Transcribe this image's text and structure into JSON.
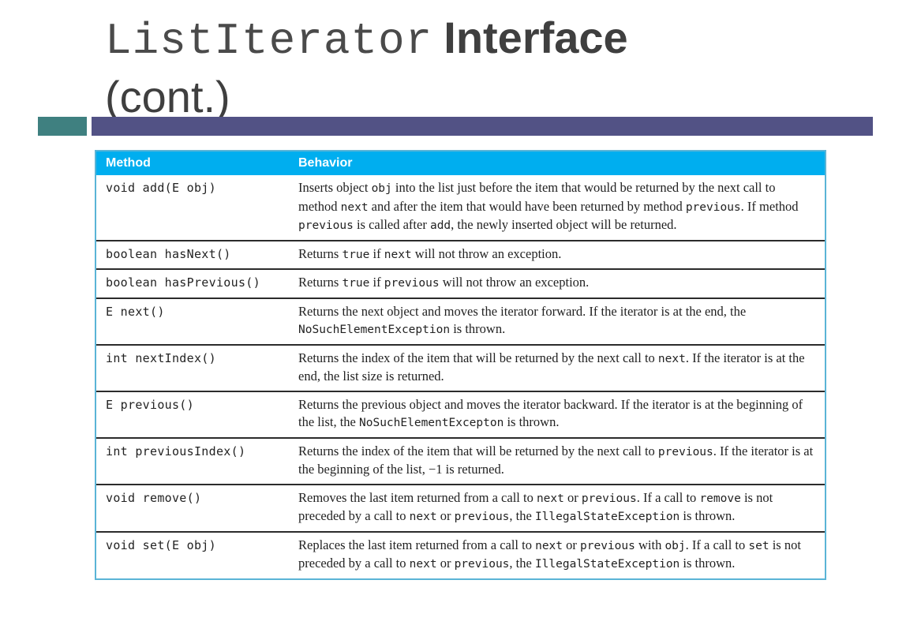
{
  "slide": {
    "title_mono": "ListIterator",
    "title_bold": "Interface",
    "title_cont": "(cont.)",
    "accent_colors": {
      "left_bar": "#3f8080",
      "right_bar": "#525285",
      "header": "#00aeef"
    }
  },
  "table": {
    "headers": {
      "method": "Method",
      "behavior": "Behavior"
    },
    "rows": [
      {
        "method": "void add(E obj)",
        "behavior": [
          {
            "t": "Inserts object "
          },
          {
            "c": "obj"
          },
          {
            "t": " into the list just before the item that would be returned by the next call to method "
          },
          {
            "c": "next"
          },
          {
            "t": " and after the item that would have been returned by method "
          },
          {
            "c": "previous"
          },
          {
            "t": ". If method "
          },
          {
            "c": "previous"
          },
          {
            "t": " is called after "
          },
          {
            "c": "add"
          },
          {
            "t": ", the newly inserted object will be returned."
          }
        ]
      },
      {
        "method": "boolean hasNext()",
        "behavior": [
          {
            "t": "Returns "
          },
          {
            "c": "true"
          },
          {
            "t": " if "
          },
          {
            "c": "next"
          },
          {
            "t": " will not throw an exception."
          }
        ]
      },
      {
        "method": "boolean hasPrevious()",
        "behavior": [
          {
            "t": "Returns "
          },
          {
            "c": "true"
          },
          {
            "t": " if "
          },
          {
            "c": "previous"
          },
          {
            "t": " will not throw an exception."
          }
        ]
      },
      {
        "method": "E next()",
        "behavior": [
          {
            "t": "Returns the next object and moves the iterator forward. If the iterator is at the end, the "
          },
          {
            "c": "NoSuchElementException"
          },
          {
            "t": " is thrown."
          }
        ]
      },
      {
        "method": "int nextIndex()",
        "behavior": [
          {
            "t": "Returns the index of the item that will be returned by the next call to "
          },
          {
            "c": "next"
          },
          {
            "t": ". If the iterator is at the end, the list size is returned."
          }
        ]
      },
      {
        "method": "E previous()",
        "behavior": [
          {
            "t": "Returns the previous object and moves the iterator backward. If the iterator is at the beginning of the list, the "
          },
          {
            "c": "NoSuchElementExcepton"
          },
          {
            "t": " is thrown."
          }
        ]
      },
      {
        "method": "int previousIndex()",
        "behavior": [
          {
            "t": "Returns the index of the item that will be returned by the next call to "
          },
          {
            "c": "previous"
          },
          {
            "t": ". If the iterator is at the beginning of the list, −1 is returned."
          }
        ]
      },
      {
        "method": "void remove()",
        "behavior": [
          {
            "t": "Removes the last item returned from a call to "
          },
          {
            "c": "next"
          },
          {
            "t": " or "
          },
          {
            "c": "previous"
          },
          {
            "t": ". If a call to "
          },
          {
            "c": "remove"
          },
          {
            "t": " is not preceded by a call to "
          },
          {
            "c": "next"
          },
          {
            "t": " or "
          },
          {
            "c": "previous"
          },
          {
            "t": ", the "
          },
          {
            "c": "IllegalStateException"
          },
          {
            "t": " is thrown."
          }
        ]
      },
      {
        "method": "void set(E obj)",
        "behavior": [
          {
            "t": "Replaces the last item returned from a call to "
          },
          {
            "c": "next"
          },
          {
            "t": " or "
          },
          {
            "c": "previous"
          },
          {
            "t": " with "
          },
          {
            "c": "obj"
          },
          {
            "t": ". If a call to "
          },
          {
            "c": "set"
          },
          {
            "t": " is not preceded by a call to "
          },
          {
            "c": "next"
          },
          {
            "t": " or "
          },
          {
            "c": "previous"
          },
          {
            "t": ", the "
          },
          {
            "c": "IllegalStateException"
          },
          {
            "t": " is thrown."
          }
        ]
      }
    ]
  }
}
